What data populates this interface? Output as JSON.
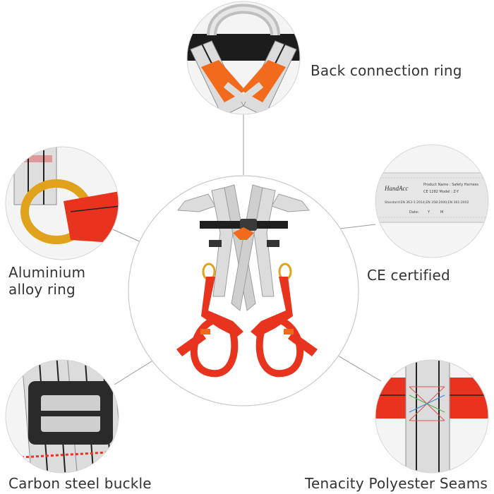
{
  "labels": {
    "back_ring": "Back connection ring",
    "alu_ring_line1": "Aluminium",
    "alu_ring_line2": "alloy ring",
    "ce": "CE certified",
    "buckle": "Carbon steel buckle",
    "seams": "Tenacity Polyester Seams"
  },
  "ce_tag": {
    "brand": "HandAcc",
    "product_name": "Product Name : Safety Harness",
    "model": "CE 1282 Model : Z-Y",
    "standard": "Standard:EN 363-1:2014;EN 358:2000;EN 361:2002",
    "date_label": "Date:",
    "year": "Y",
    "month": "M"
  },
  "colors": {
    "webbing_grey": "#d8d8d8",
    "webbing_red": "#e8341f",
    "orange_plate": "#f26a1b",
    "ring_gold": "#e0a21a",
    "buckle_black": "#2a2a2a",
    "circle_stroke": "#c9c9c9",
    "leader_line": "#9a9a9a"
  }
}
